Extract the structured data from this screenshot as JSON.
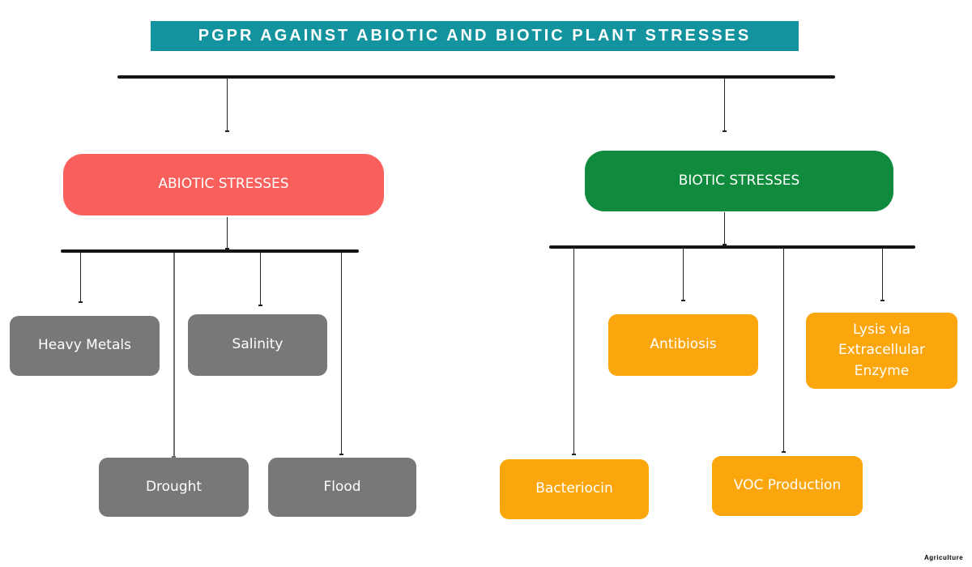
{
  "title": "PGPR AGAINST ABIOTIC AND BIOTIC PLANT STRESSES",
  "watermark": "Agriculture",
  "abiotic": {
    "label": "ABIOTIC STRESSES",
    "children": [
      "Heavy Metals",
      "Salinity",
      "Drought",
      "Flood"
    ]
  },
  "biotic": {
    "label": "BIOTIC STRESSES",
    "children": [
      "Antibiosis",
      "Lysis via Extracellular Enzyme",
      "Bacteriocin",
      "VOC Production"
    ]
  },
  "colors": {
    "title_bg": "#12939E",
    "abiotic_bg": "#F9605C",
    "biotic_bg": "#108A3C",
    "abiotic_child_bg": "#787878",
    "biotic_child_bg": "#FBA60D",
    "connector": "#141414",
    "text": "#FFFFFF"
  }
}
